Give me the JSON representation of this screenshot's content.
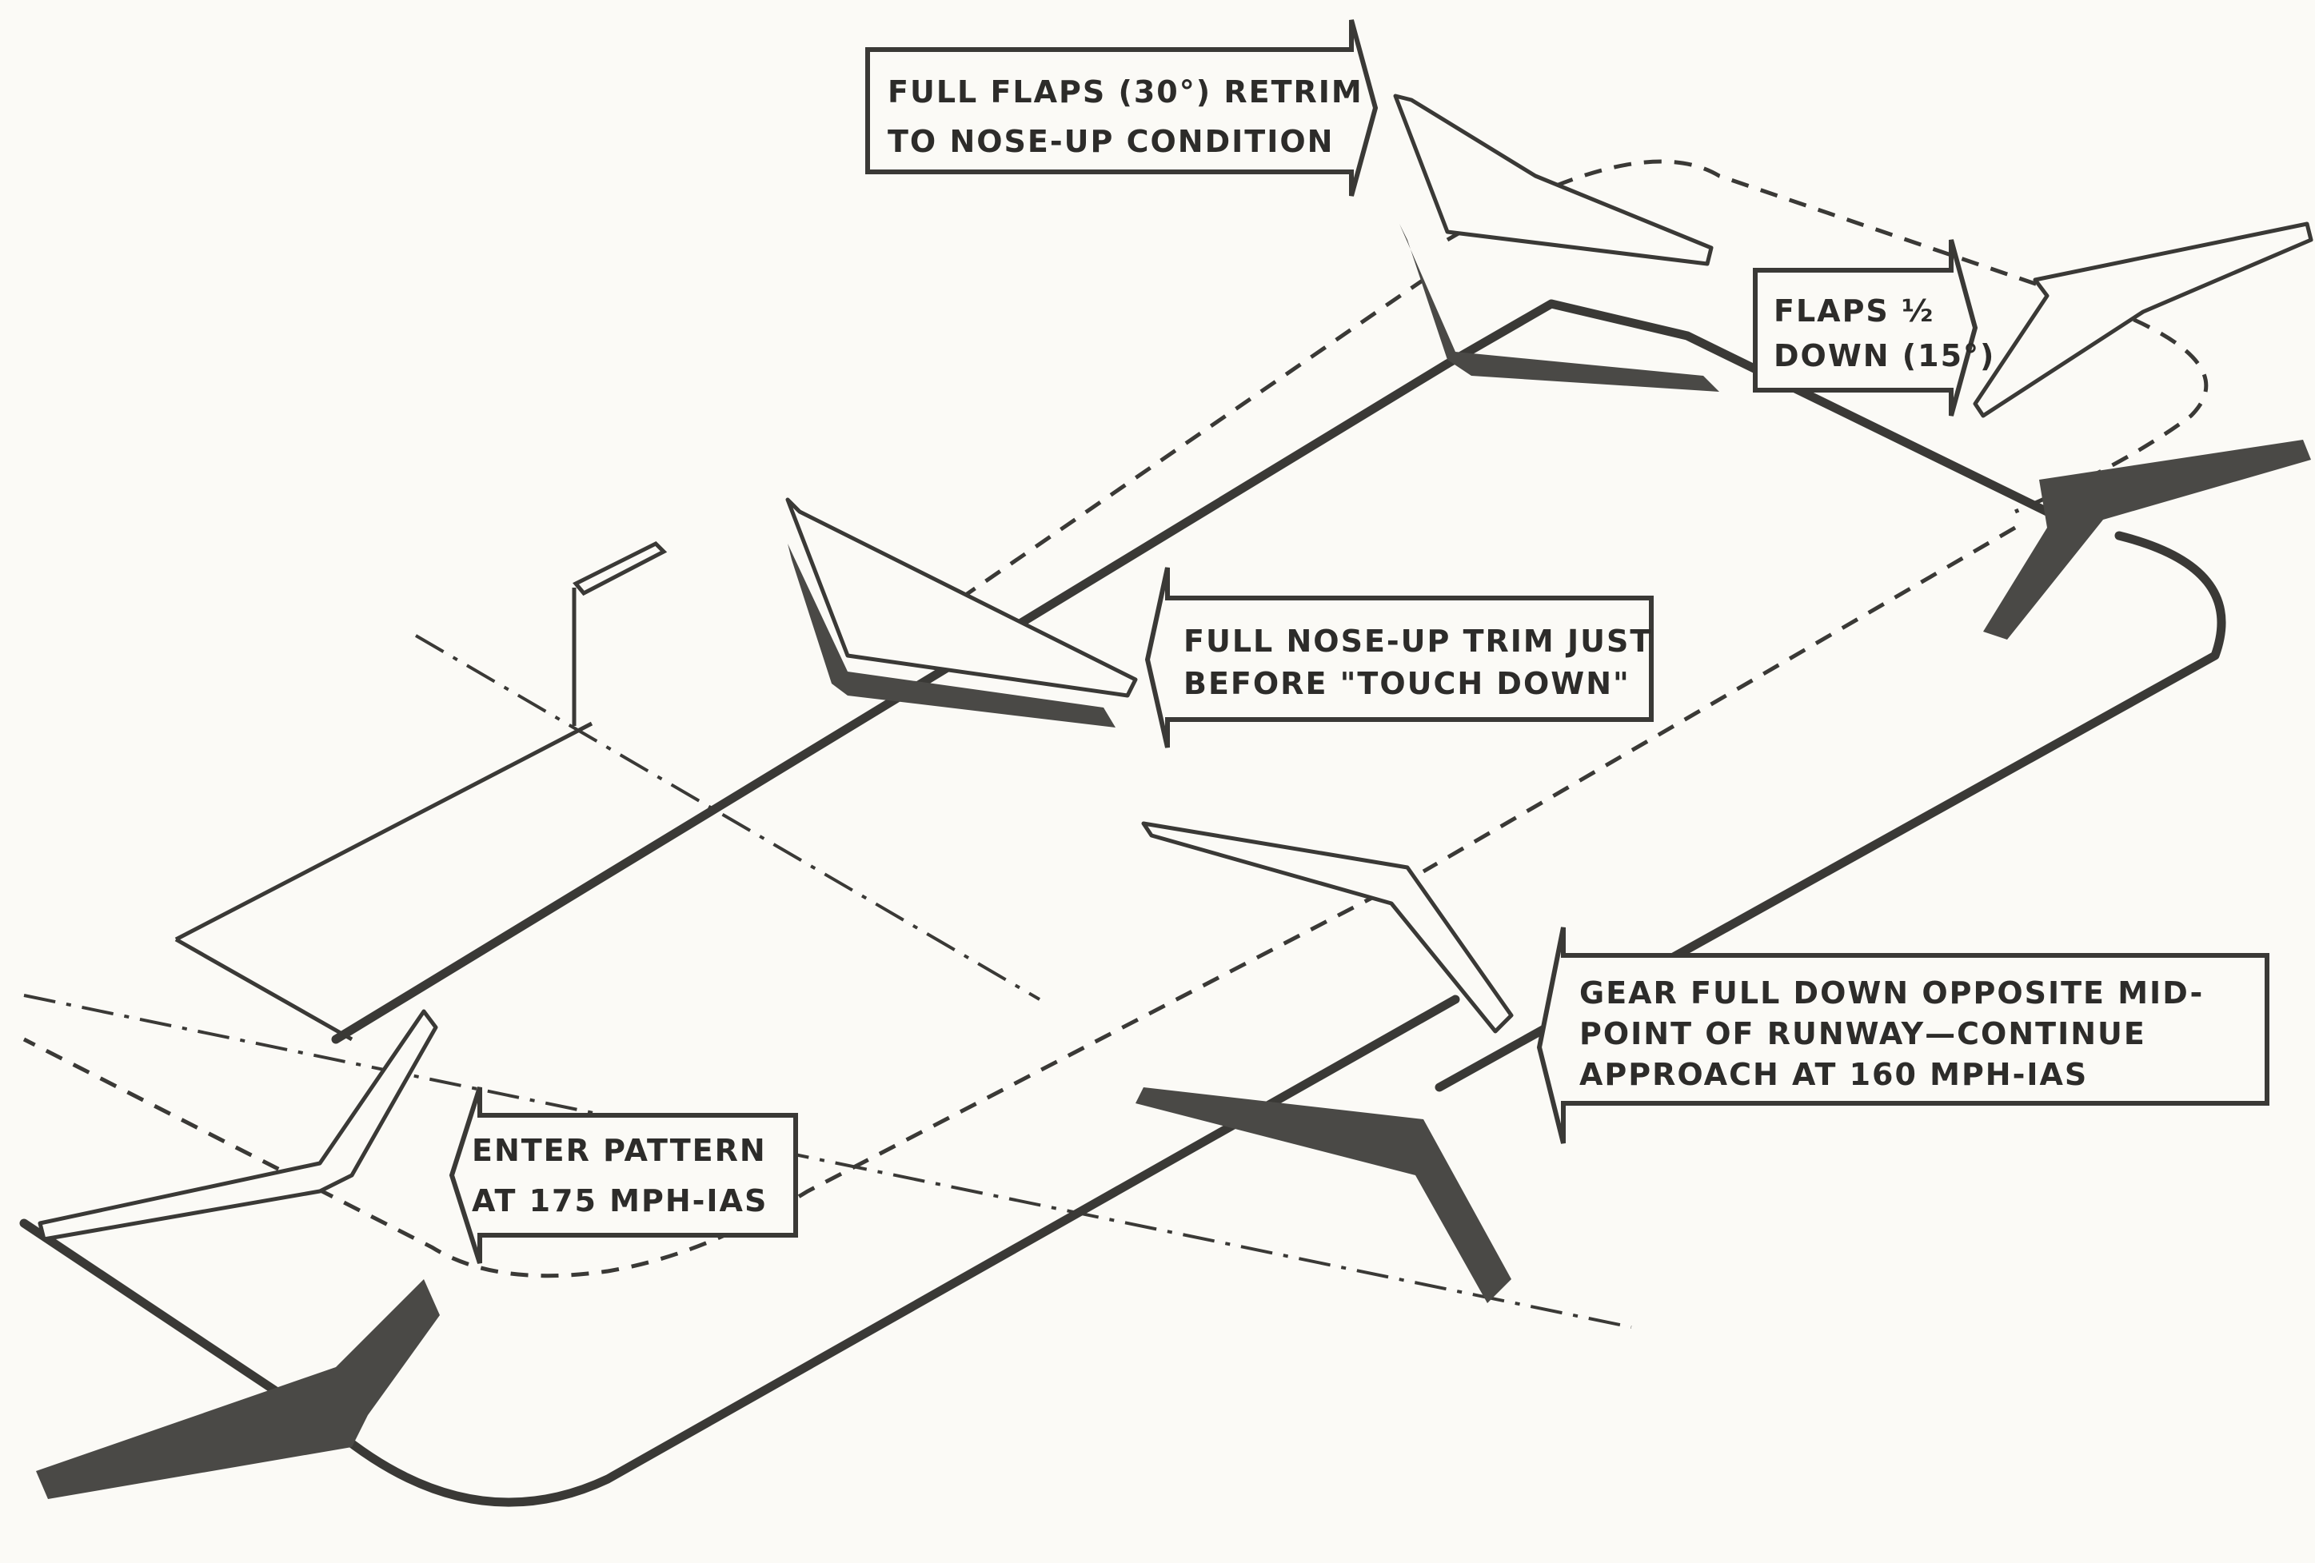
{
  "callouts": {
    "full_flaps": [
      "FULL FLAPS (30°) RETRIM",
      "TO NOSE-UP CONDITION"
    ],
    "flaps_half": [
      "FLAPS ½",
      "DOWN (15°)"
    ],
    "full_trim": [
      "FULL NOSE-UP TRIM JUST",
      "BEFORE \"TOUCH DOWN\""
    ],
    "gear_down": [
      "GEAR FULL DOWN OPPOSITE MID-",
      "POINT OF RUNWAY—CONTINUE",
      "APPROACH AT 160 MPH-IAS"
    ],
    "enter_pattern": [
      "ENTER PATTERN",
      "AT 175 MPH-IAS"
    ]
  },
  "colors": {
    "ink": "#3a3936",
    "shadow": "#4a4946",
    "paper": "#fbfaf6"
  }
}
